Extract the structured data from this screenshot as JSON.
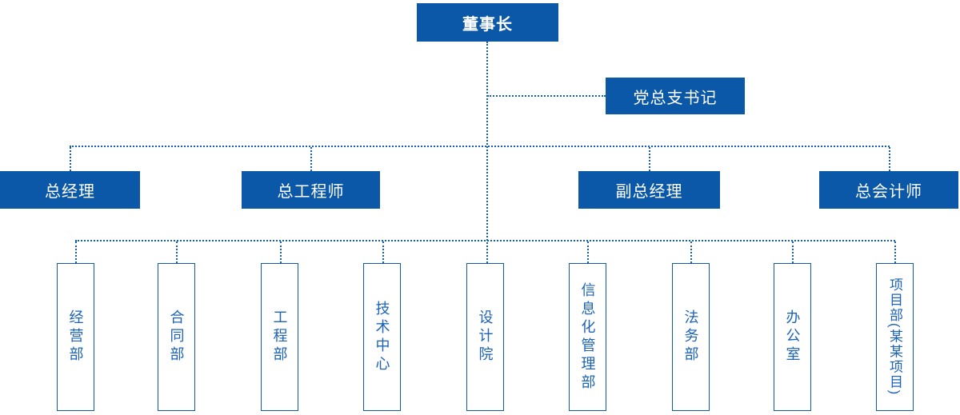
{
  "org_chart": {
    "chairman": "董事长",
    "party_secretary": "党总支书记",
    "executives": [
      {
        "label": "总经理"
      },
      {
        "label": "总工程师"
      },
      {
        "label": "副总经理"
      },
      {
        "label": "总会计师"
      }
    ],
    "departments": [
      {
        "label": "经营部"
      },
      {
        "label": "合同部"
      },
      {
        "label": "工程部"
      },
      {
        "label": "技术中心"
      },
      {
        "label": "设计院"
      },
      {
        "label": "信息化管理部"
      },
      {
        "label": "法务部"
      },
      {
        "label": "办公室"
      },
      {
        "label": "项目部(某某项目)"
      }
    ],
    "colors": {
      "node_fill": "#0b58a8",
      "node_text": "#ffffff",
      "connector_line": "#1560b0",
      "dept_border": "#1459a8",
      "dept_text": "#1c63b8",
      "background": "#ffffff"
    }
  }
}
